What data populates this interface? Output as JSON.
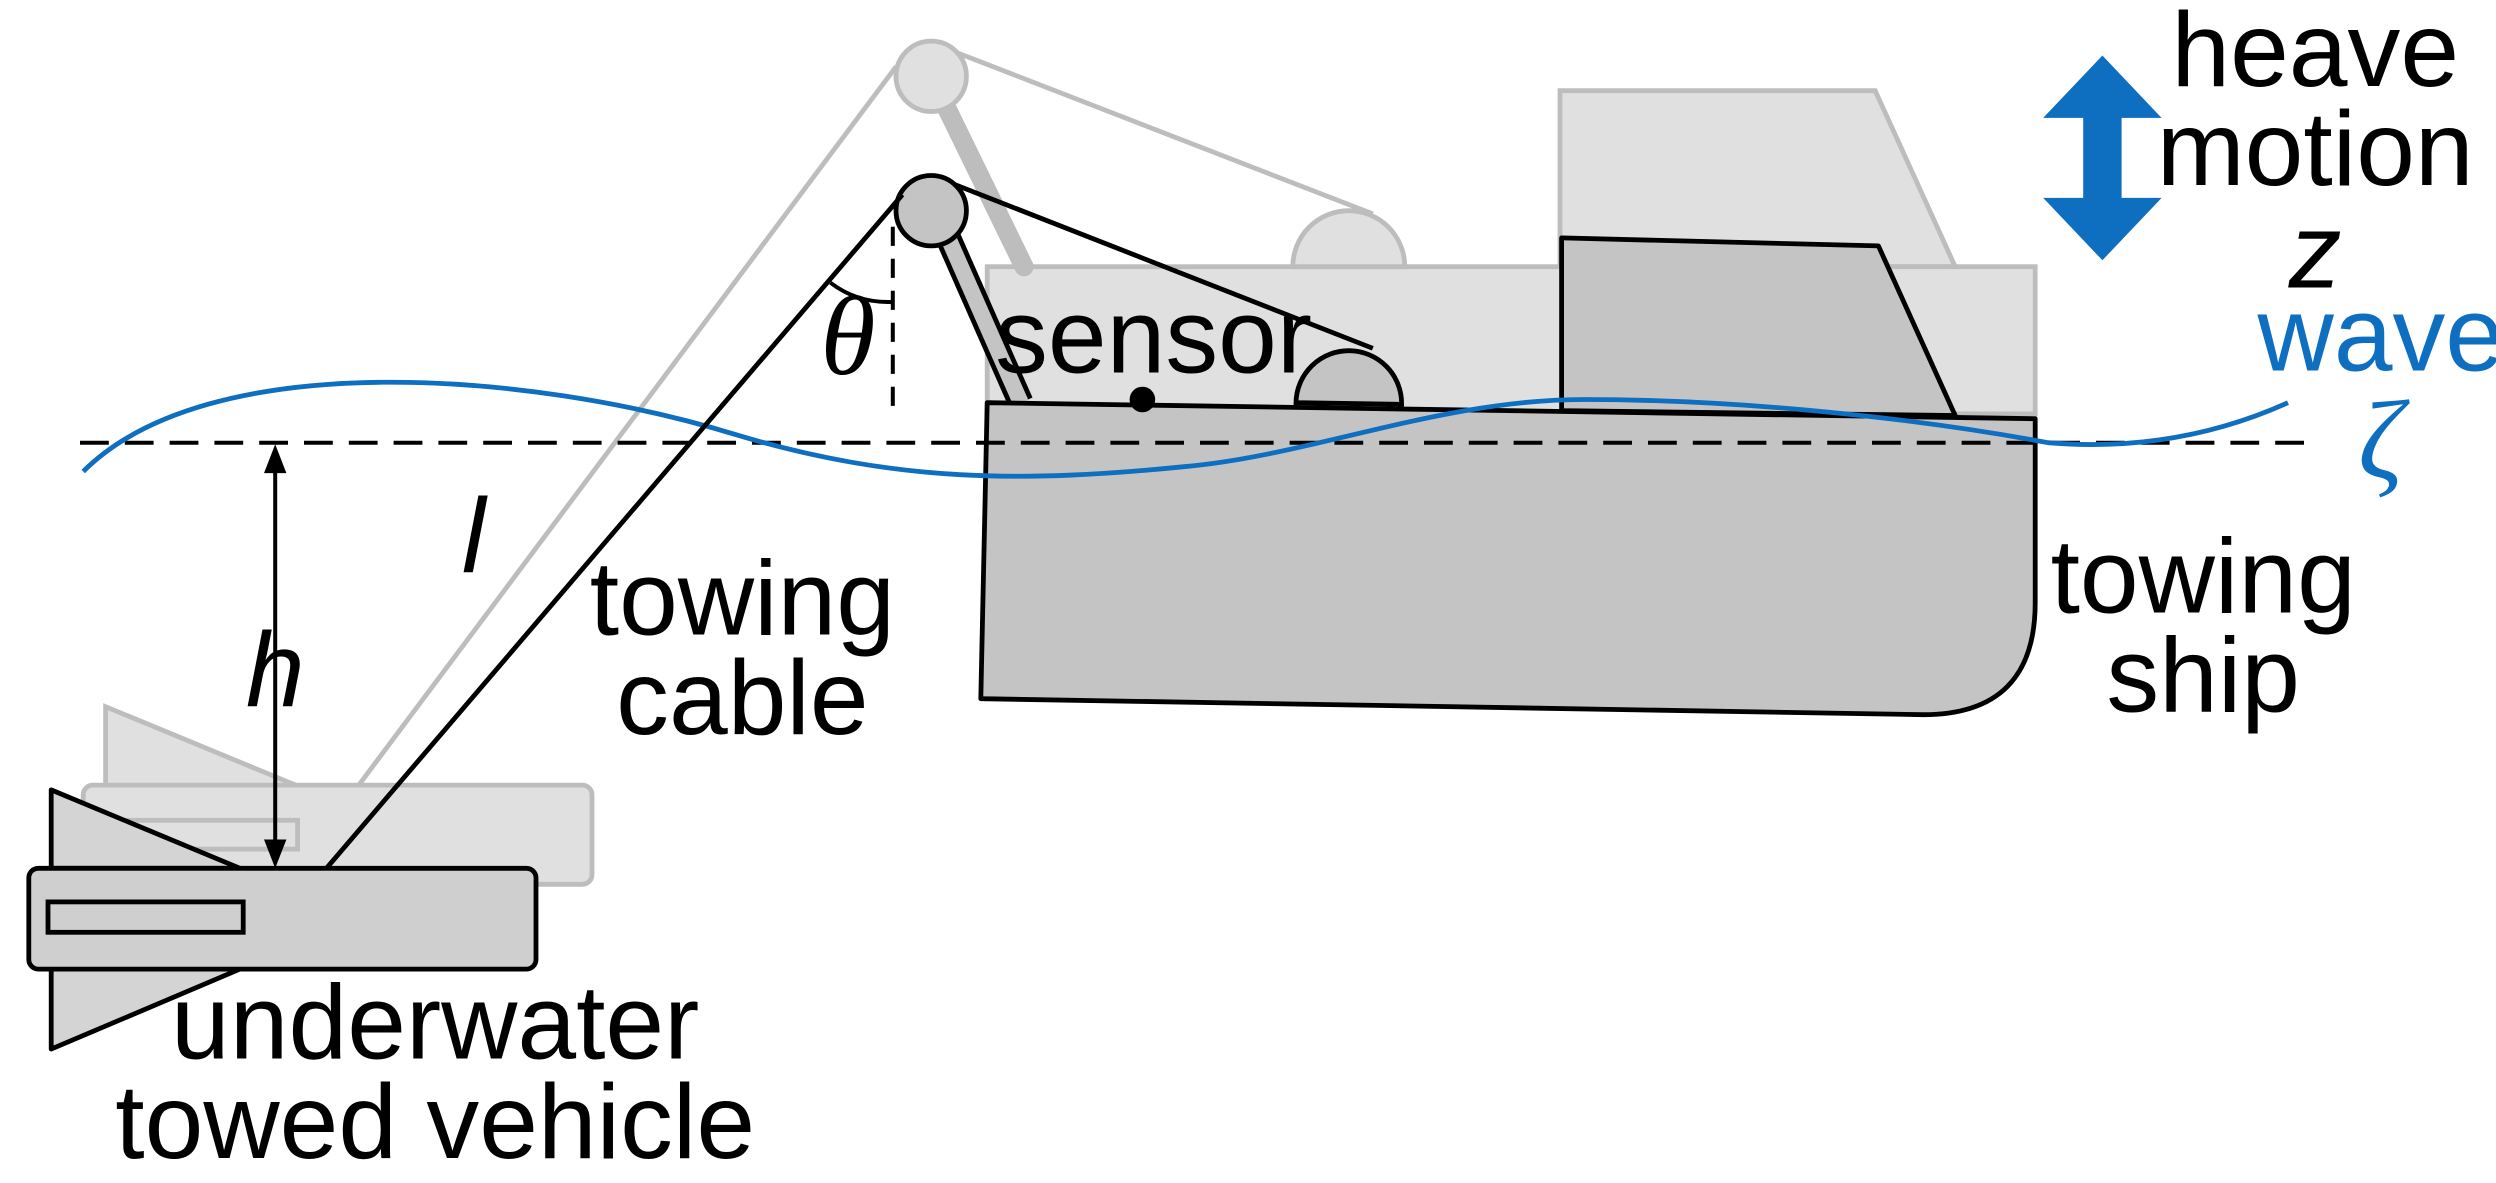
{
  "labels": {
    "heave_line1": "heave",
    "heave_line2": "motion",
    "heave_symbol": "z",
    "wave": "wave",
    "wave_symbol": "ζ",
    "sensor": "sensor",
    "theta": "θ",
    "cable_length": "l",
    "depth": "h",
    "cable_line1": "towing",
    "cable_line2": "cable",
    "ship_line1": "towing",
    "ship_line2": "ship",
    "vehicle_line1": "underwater",
    "vehicle_line2": "towed vehicle"
  },
  "colors": {
    "accent_blue": "#0e6ec0",
    "ghost_fill": "#e0e0e0",
    "ghost_stroke": "#bdbdbd",
    "ship_fill": "#c4c4c4",
    "vehicle_fill": "#cfcfcf",
    "line": "#000000"
  }
}
